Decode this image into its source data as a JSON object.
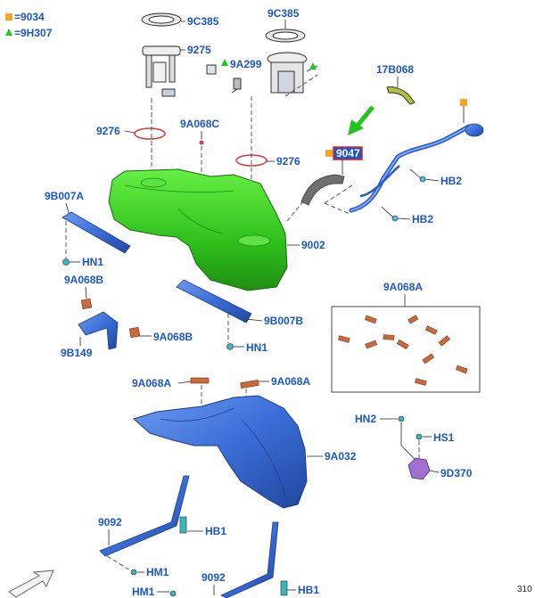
{
  "legend": {
    "square_code": "=9034",
    "triangle_code": "=9H307",
    "square_color": "#f5a623",
    "triangle_color": "#22c422"
  },
  "labels": {
    "gasket_left": "9C385",
    "gasket_right": "9C385",
    "pump_left": "9275",
    "vent": "9A299",
    "hose": "17B068",
    "oring_left": "9276",
    "valve": "9A068C",
    "oring_right": "9276",
    "highlight": "9047",
    "clip_hb2_a": "HB2",
    "clip_hb2_b": "HB2",
    "strap_left": "9B007A",
    "tank": "9002",
    "nut_hn1_a": "HN1",
    "pad_b_top": "9A068B",
    "detail_box": "9A068A",
    "strap_right": "9B007B",
    "pad_b_mid": "9A068B",
    "nut_hn1_b": "HN1",
    "bracket": "9B149",
    "pad_a_left": "9A068A",
    "pad_a_right": "9A068A",
    "hn2": "HN2",
    "hs1": "HS1",
    "shield": "9A032",
    "sensor": "9D370",
    "rod_left": "9092",
    "hb1_a": "HB1",
    "hm1_a": "HM1",
    "rod_right": "9092",
    "hm1_b": "HM1",
    "hb1_b": "HB1",
    "ref_number": "310"
  },
  "colors": {
    "label_blue": "#1a56c8",
    "tank_green": "#33cc22",
    "part_blue": "#3a6ed8",
    "pad_copper": "#c86a3c",
    "highlight_red": "#e02020",
    "sensor_purple": "#a070d0",
    "hose_olive": "#b0c040"
  }
}
